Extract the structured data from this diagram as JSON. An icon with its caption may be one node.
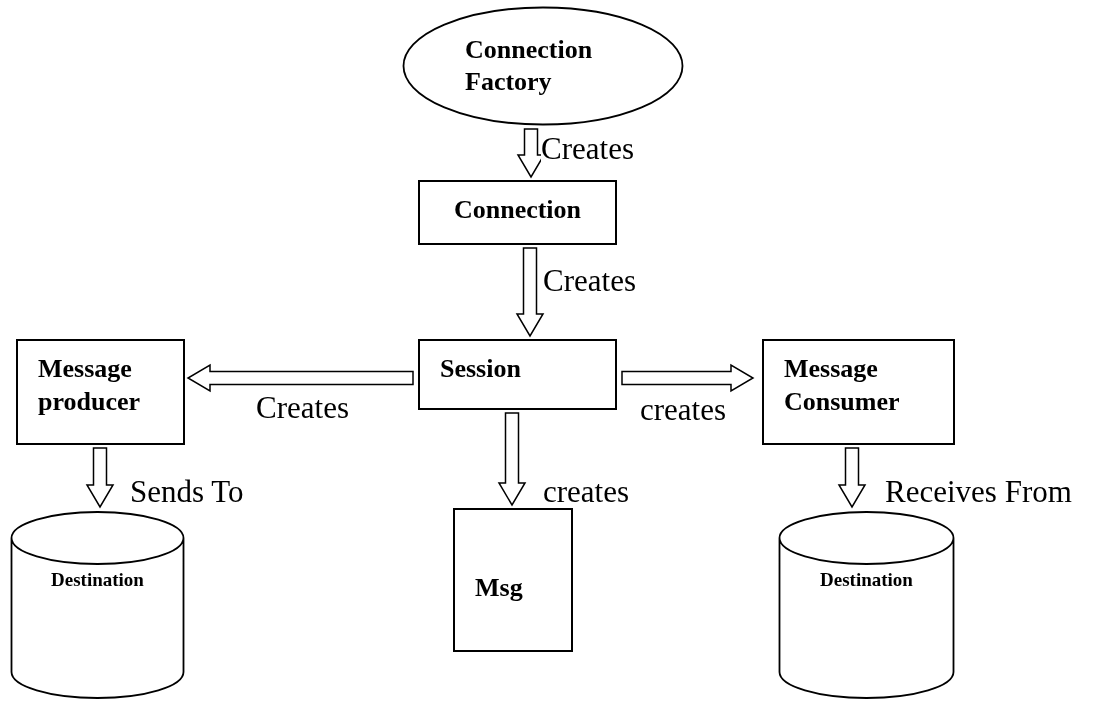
{
  "diagram": {
    "nodes": [
      {
        "text": [
          "Connection Factory"
        ]
      },
      {
        "text": [
          "Connection"
        ]
      },
      {
        "text": [
          "Session"
        ]
      },
      {
        "text": [
          "Message producer"
        ]
      },
      {
        "text": [
          "Message Consumer"
        ]
      },
      {
        "text": [
          "Destination"
        ]
      },
      {
        "text": [
          "Msg"
        ]
      },
      {
        "text": [
          "Destination"
        ]
      }
    ],
    "edges": [
      {
        "from": 0,
        "to": 1,
        "arrow": "to",
        "label": "Creates"
      },
      {
        "from": 1,
        "to": 2,
        "arrow": "to",
        "label": "Creates"
      },
      {
        "from": 2,
        "to": 3,
        "arrow": "to",
        "label": "Creates"
      },
      {
        "from": 2,
        "to": 4,
        "arrow": "to",
        "label": "creates"
      },
      {
        "from": 2,
        "to": 6,
        "arrow": "to",
        "label": "creates"
      },
      {
        "from": 3,
        "to": 5,
        "arrow": "to",
        "label": "Sends To"
      },
      {
        "from": 4,
        "to": 7,
        "arrow": "to",
        "label": "Receives From"
      }
    ]
  }
}
